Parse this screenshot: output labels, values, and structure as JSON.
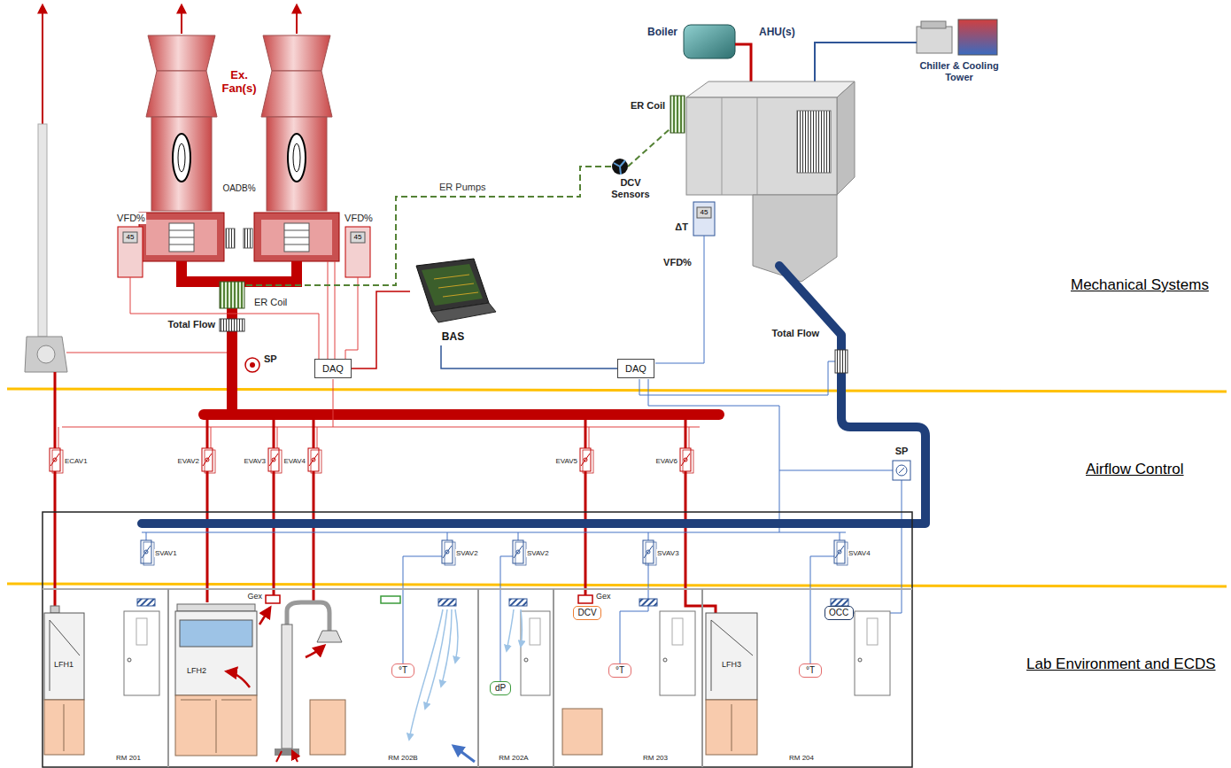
{
  "diagram": {
    "nodes": [
      {
        "text": [
          "DAQ"
        ]
      },
      {
        "text": [
          "DAQ"
        ]
      },
      {
        "text": [
          "BAS"
        ]
      },
      {
        "text": [
          "DCV"
        ]
      },
      {
        "text": [
          "OCC"
        ]
      },
      {
        "text": [
          "°T"
        ]
      },
      {
        "text": [
          "dP"
        ]
      },
      {
        "text": [
          "°T"
        ]
      },
      {
        "text": [
          "°T"
        ]
      }
    ],
    "edges": [
      {
        "from": 0,
        "to": 2,
        "arrow": "none"
      },
      {
        "from": 2,
        "to": 1,
        "arrow": "none"
      }
    ],
    "labels": [
      "Ex. Fan(s)",
      "VFD%",
      "OADB%",
      "VFD%",
      "45",
      "45",
      "ER Pumps",
      "Boiler",
      "AHU(s)",
      "ER Coil",
      "Chiller & Cooling Tower",
      "DCV Sensors",
      "ΔT",
      "45",
      "VFD%",
      "Mechanical Systems",
      "ER Coil",
      "Total Flow",
      "SP",
      "Total Flow",
      "ECAV1",
      "EVAV2",
      "EVAV3",
      "EVAV4",
      "EVAV5",
      "EVAV6",
      "Airflow Control",
      "SP",
      "SVAV1",
      "SVAV2",
      "SVAV2",
      "SVAV3",
      "SVAV4",
      "Gex",
      "Gex",
      "LFH1",
      "LFH2",
      "LFH3",
      "Lab Environment and ECDS",
      "RM 201",
      "RM 202B",
      "RM 202A",
      "RM 203",
      "RM 204"
    ]
  }
}
